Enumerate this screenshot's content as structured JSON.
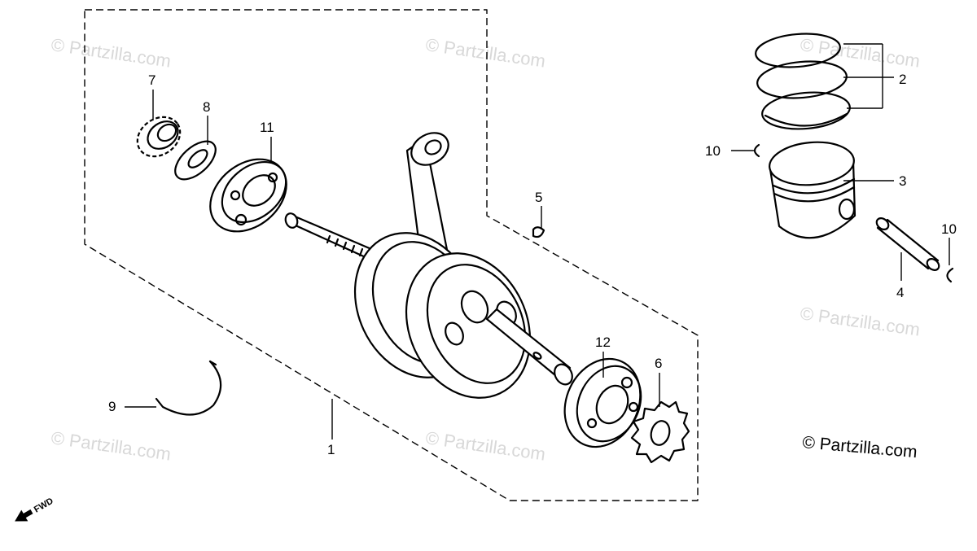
{
  "watermarks": [
    "© Partzilla.com",
    "© Partzilla.com",
    "© Partzilla.com",
    "© Partzilla.com",
    "© Partzilla.com",
    "© Partzilla.com"
  ],
  "copyright": "© Partzilla.com",
  "direction_label": "FWD",
  "callouts": [
    "1",
    "2",
    "3",
    "4",
    "5",
    "6",
    "7",
    "8",
    "9",
    "10",
    "10",
    "11",
    "12"
  ],
  "icons": {
    "direction_arrow": "fwd-arrow-icon"
  }
}
